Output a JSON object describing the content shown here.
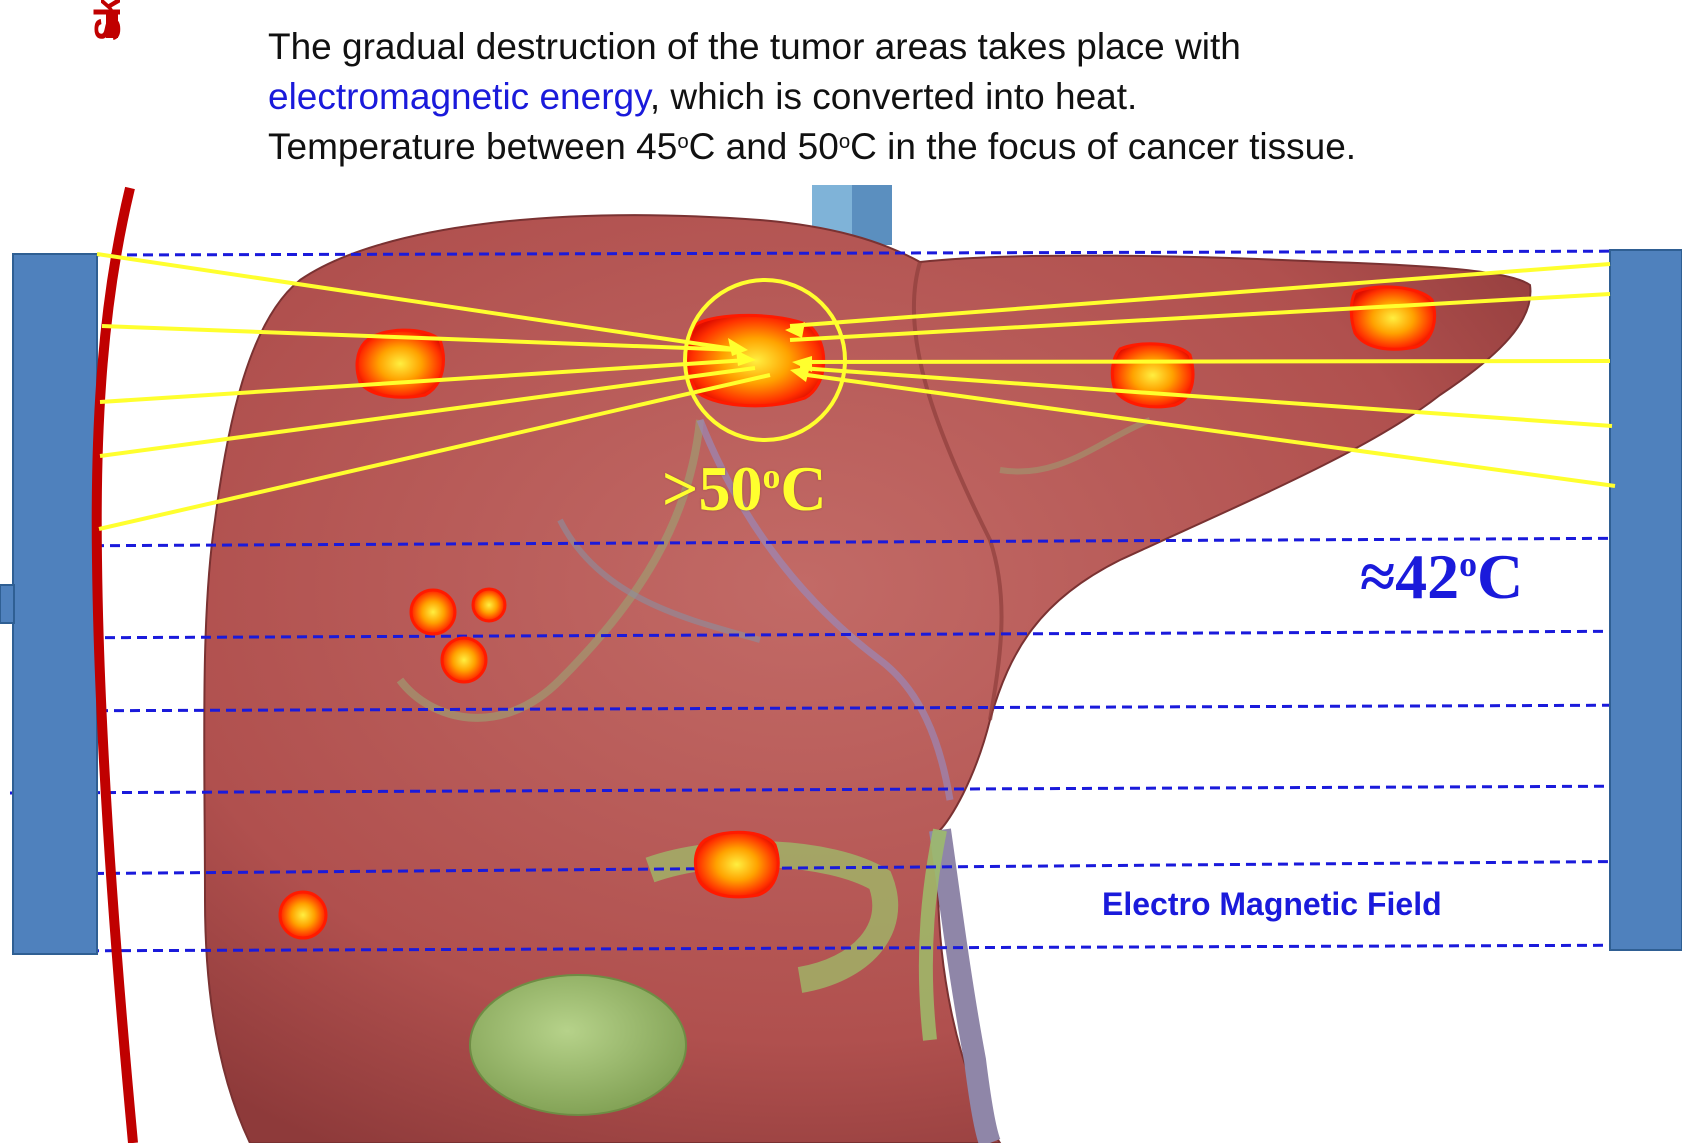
{
  "caption": {
    "line1": "The gradual destruction of the tumor areas takes place with",
    "line2_highlight": "electromagnetic energy",
    "line2_rest": ", which is converted into heat.",
    "line3_prefix": "Temperature between 45",
    "line3_sup1": "o",
    "line3_mid": "C and 50",
    "line3_sup2": "o",
    "line3_suffix": "C in the focus of cancer tissue."
  },
  "skin_label": "Skin",
  "temperatures": {
    "focus_prefix": ">50",
    "focus_sup": "o",
    "focus_suffix": "C",
    "surround_prefix": "≈42",
    "surround_sup": "o",
    "surround_suffix": "C"
  },
  "field_label": "Electro Magnetic Field",
  "colors": {
    "skin": "#c00000",
    "field_lines": "#1a1adb",
    "energy_rays": "#ffff2e",
    "electrode": "#4f81bd",
    "liver": "#b55a58",
    "gallbladder": "#9dbd6a",
    "tumor_core": "#ffb300",
    "tumor_edge": "#ff2200"
  },
  "icons": {
    "left_plate": "electrode-plate-icon",
    "right_plate": "electrode-plate-icon",
    "organ": "liver-illustration",
    "tumor": "tumor-hotspot-icon"
  }
}
